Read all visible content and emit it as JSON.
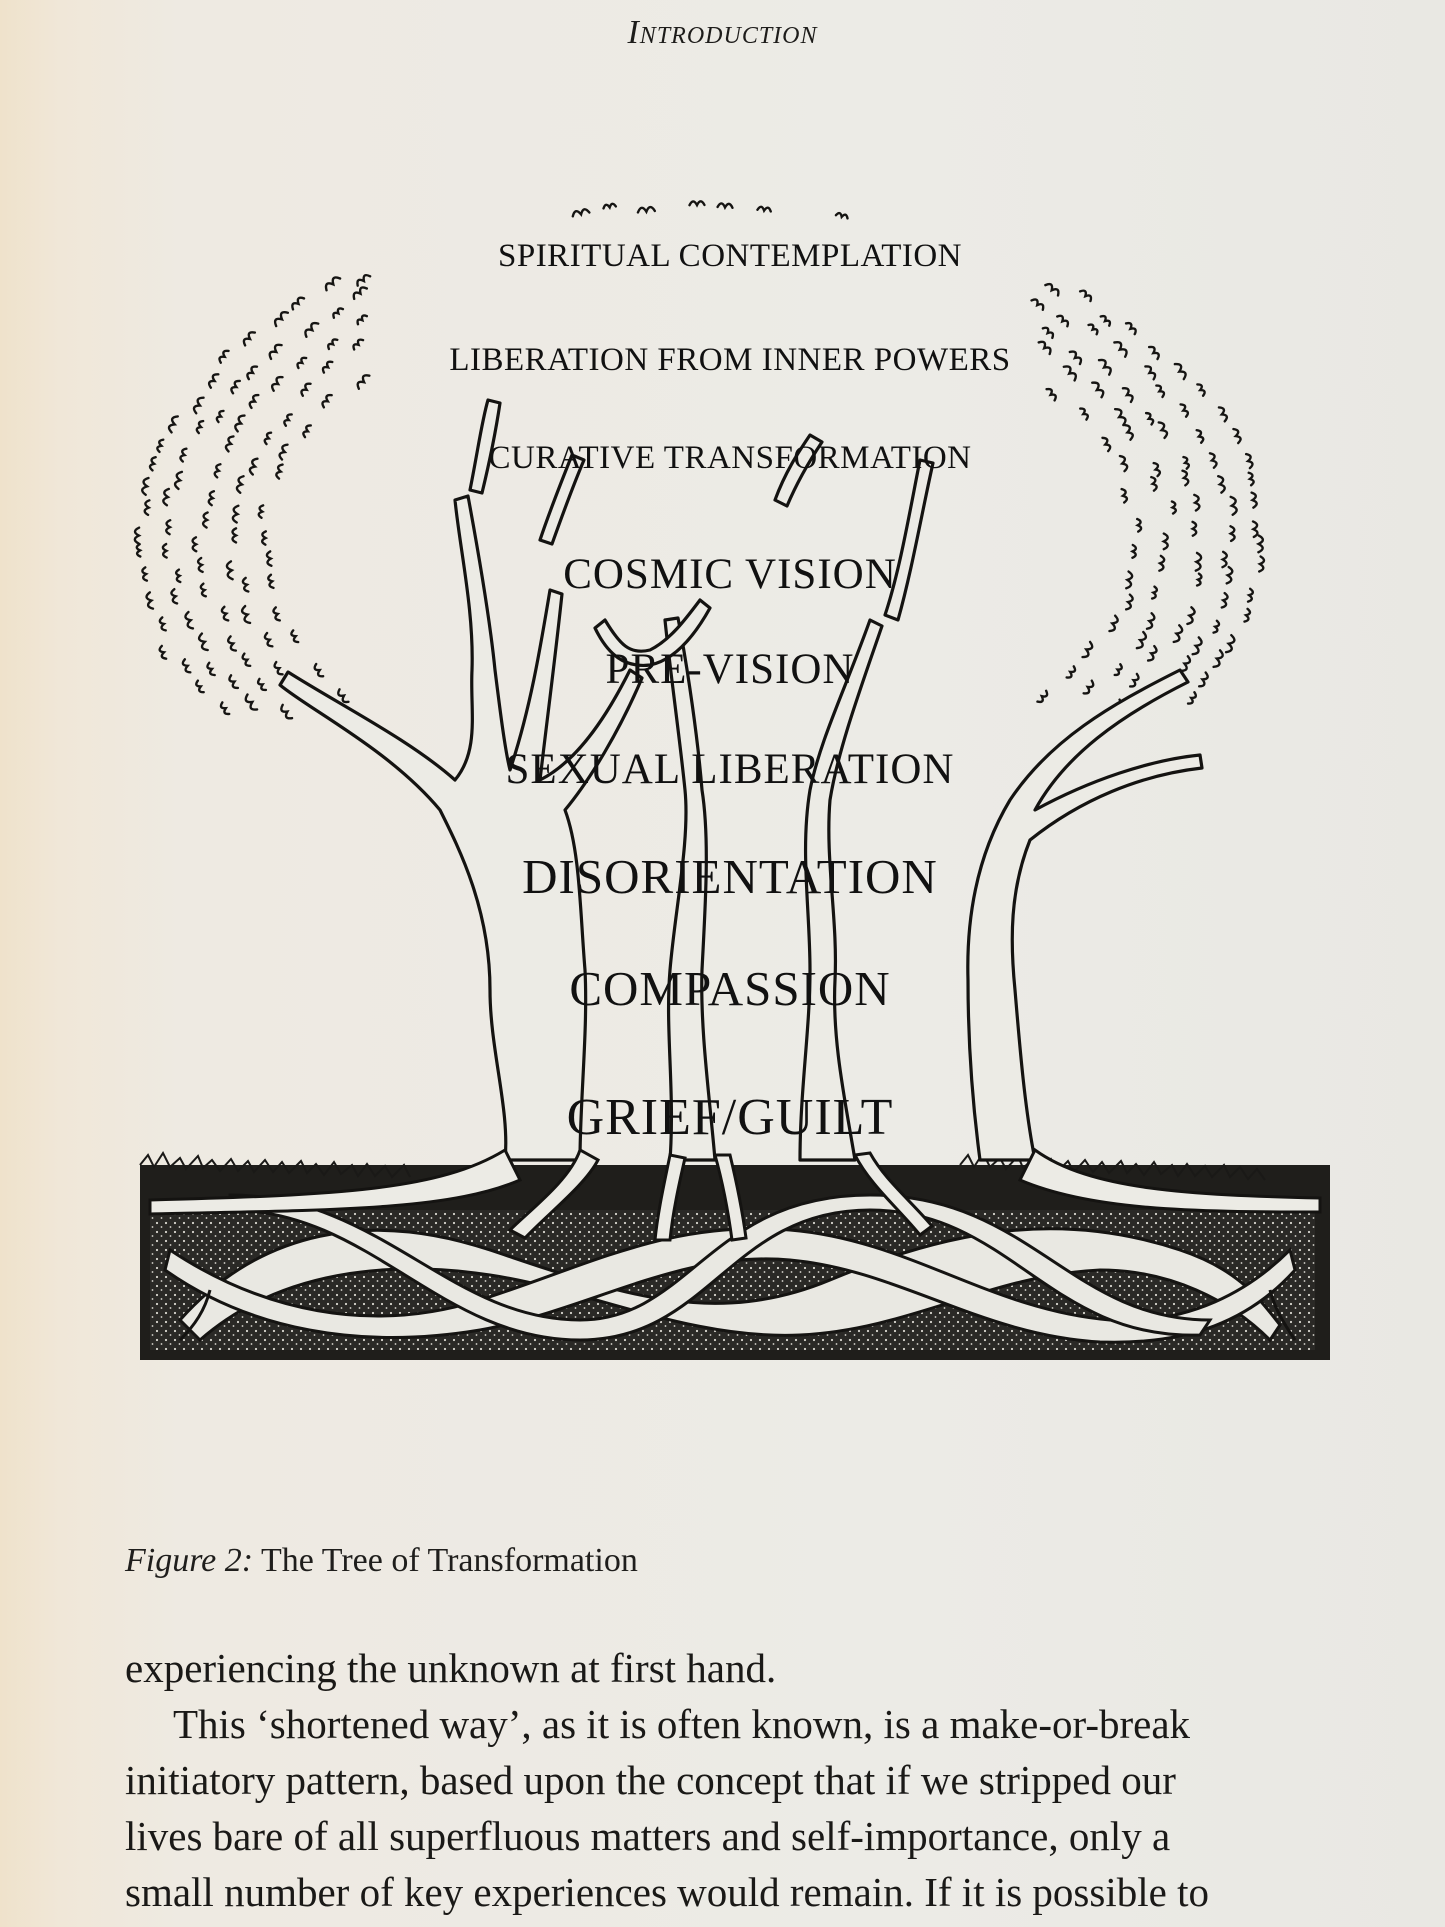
{
  "running_head": "Introduction",
  "figure": {
    "stages": [
      {
        "label": "SPIRITUAL CONTEMPLATION"
      },
      {
        "label": "LIBERATION FROM INNER POWERS"
      },
      {
        "label": "CURATIVE TRANSFORMATION"
      },
      {
        "label": "COSMIC VISION"
      },
      {
        "label": "PRE-VISION"
      },
      {
        "label": "SEXUAL LIBERATION"
      },
      {
        "label": "DISORIENTATION"
      },
      {
        "label": "COMPASSION"
      },
      {
        "label": "GRIEF/GUILT"
      }
    ]
  },
  "caption": {
    "figure_number": "Figure 2:",
    "title": "The Tree of Transformation"
  },
  "body_lines": [
    "experiencing the unknown at first hand.",
    "This ‘shortened way’, as it is often known, is a make-or-break",
    "initiatory pattern, based upon the concept that if we stripped our",
    "lives bare of all superfluous matters and self-importance, only a",
    "small number of key experiences would remain. If it is possible to"
  ]
}
